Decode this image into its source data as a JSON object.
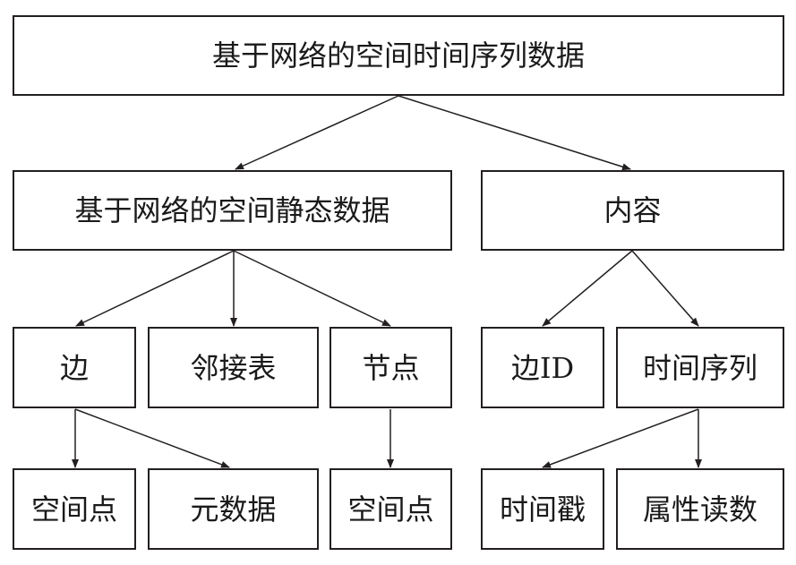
{
  "diagram": {
    "root": "基于网络的空间时间序列数据",
    "static": "基于网络的空间静态数据",
    "content": "内容",
    "edge": "边",
    "adjacency": "邻接表",
    "node": "节点",
    "edge_id": "边ID",
    "time_series": "时间序列",
    "edge_spatial_point": "空间点",
    "metadata": "元数据",
    "node_spatial_point": "空间点",
    "timestamp": "时间戳",
    "attribute_reading": "属性读数"
  }
}
